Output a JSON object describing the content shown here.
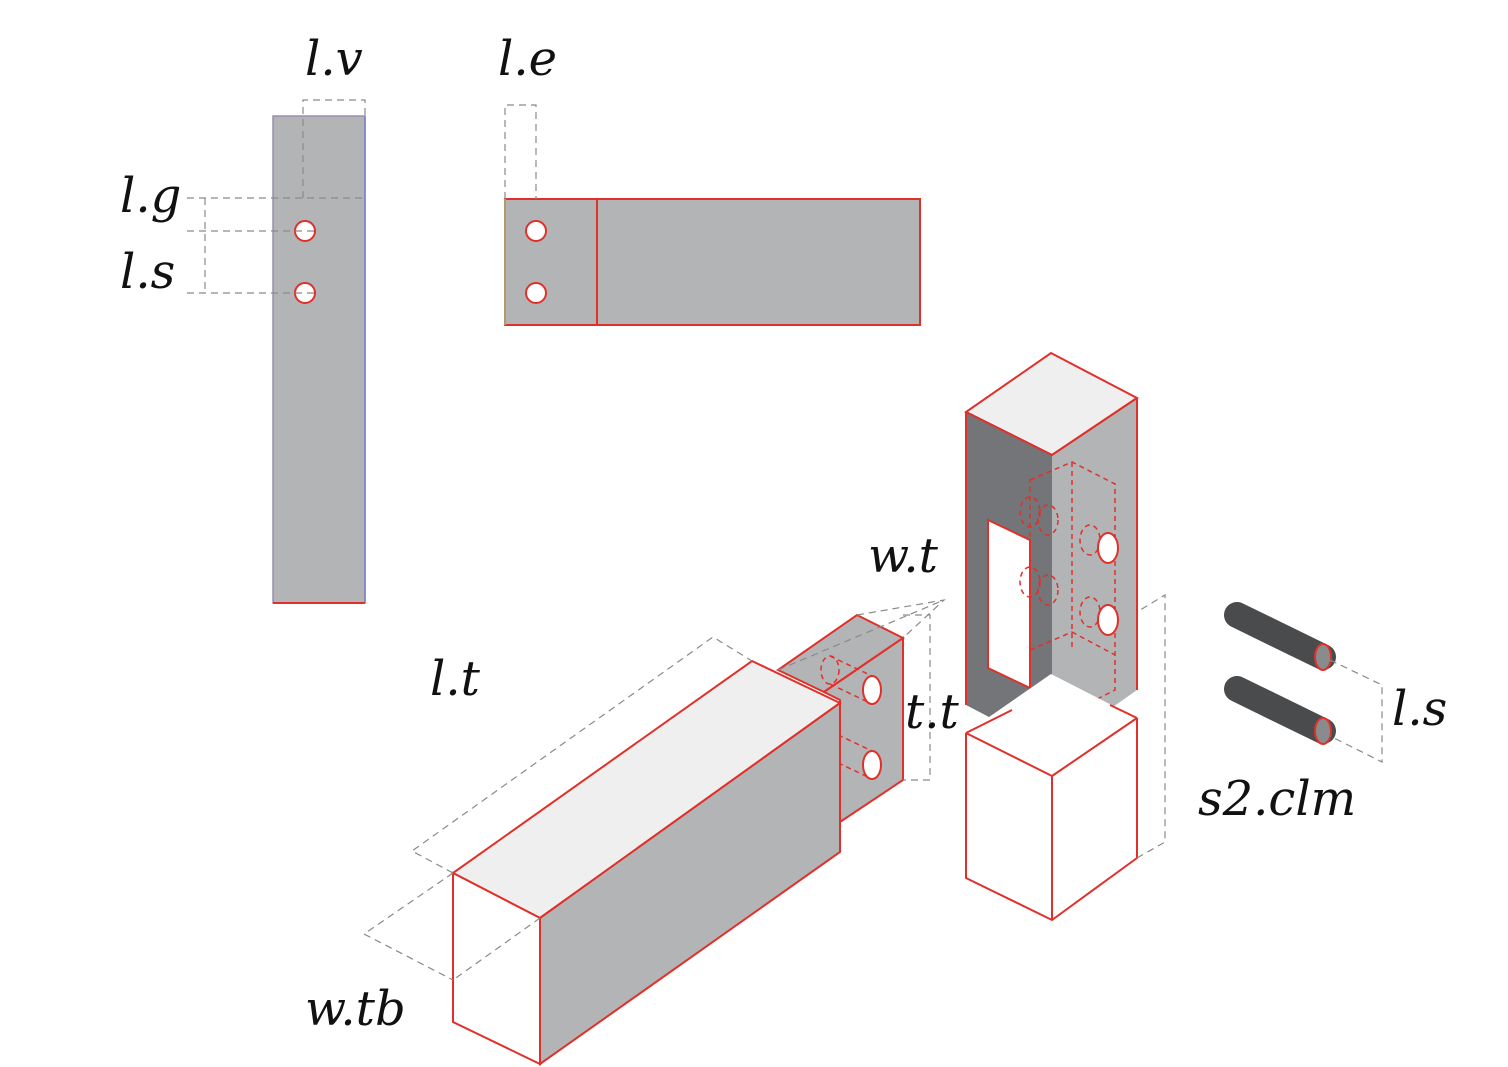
{
  "labels": {
    "lv": "l.v",
    "le": "l.e",
    "lg": "l.g",
    "ls_left": "l.s",
    "wt": "w.t",
    "lt": "l.t",
    "tt": "t.t",
    "ls_right": "l.s",
    "s2clm": "s2.clm",
    "wtb": "w.tb"
  },
  "colors": {
    "outline": "#e0302a",
    "face_gray": "#b3b4b6",
    "face_dark": "#737578",
    "face_light": "#efefef",
    "pin": "#4a4b4d",
    "dimension": "#8a8a8a"
  }
}
